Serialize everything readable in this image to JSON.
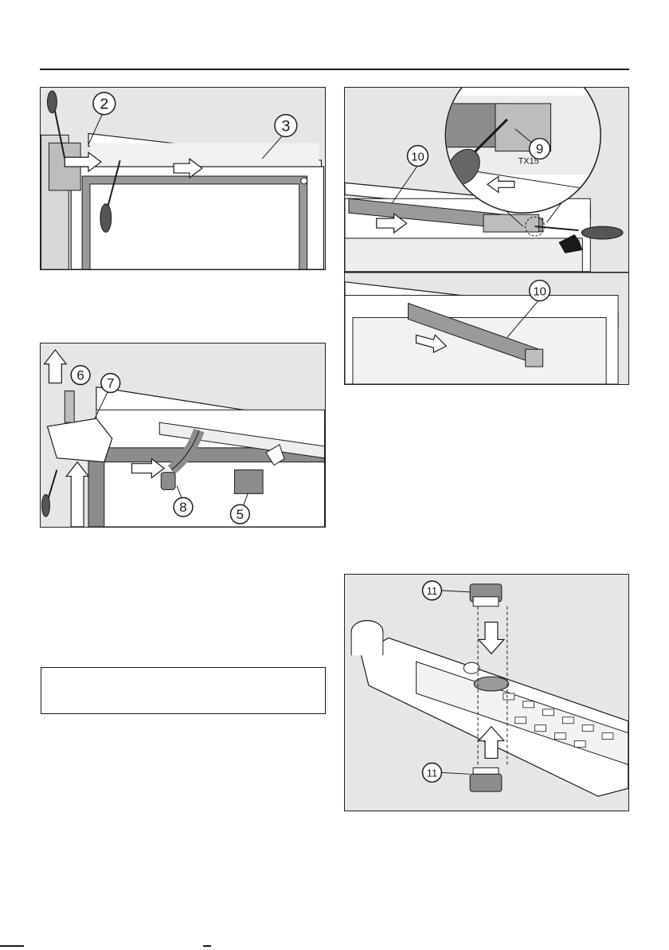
{
  "figures": {
    "fig1": {
      "callouts": [
        "2",
        "3"
      ]
    },
    "fig2": {
      "callouts": [
        "6",
        "7",
        "8",
        "5"
      ]
    },
    "fig3": {
      "callouts": [
        "10",
        "9",
        "10"
      ],
      "tool_label": "TX15"
    },
    "fig4": {
      "callouts": [
        "11",
        "11"
      ]
    }
  },
  "colors": {
    "panel": "#e6e6e6",
    "outline": "#1a1a1a",
    "door_seal": "#8c8c8c",
    "arrow_fill": "#ffffff"
  }
}
